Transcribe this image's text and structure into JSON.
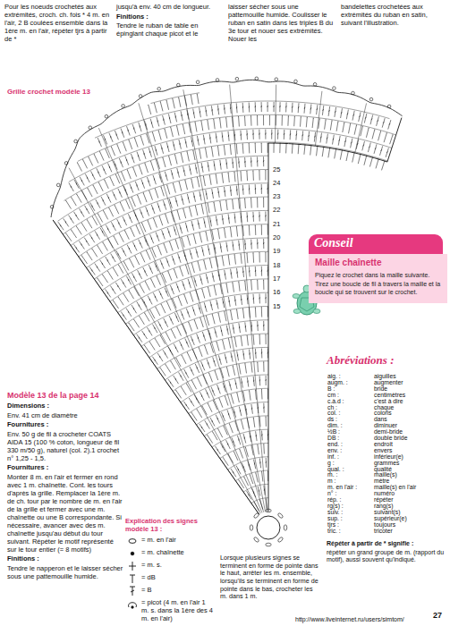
{
  "diagram": {
    "nodes": [
      {
        "text": [
          "Conseil"
        ]
      },
      {
        "text": [
          "Maille chaînette",
          "Piquez le crochet dans la maille suivante.",
          "Tirez une boucle de fil à travers la maille et la boucle qui se trouvent sur le crochet."
        ]
      }
    ],
    "labels": [
      "Pour les noeuds crochetés aux extrémités, croch. ch. fois * 4 m. en l'air, 2 B coulées ensemble dans la 1ère m. en l'air, répéter tjrs à partir de *",
      "jusqu'à env. 40 cm de longueur.",
      "Finitions :",
      "Tendre le ruban de table en épinglant chaque picot et le",
      "laisser sécher sous une pattemouille humide. Coulisser le ruban en satin dans les triples B du 3e tour et nouer ses extrémités. Nouer les",
      "bandelettes crochetées aux extrémités du ruban en satin, suivant l'illustration.",
      "Grille crochet modèle 13",
      "15",
      "16",
      "17",
      "18",
      "19",
      "20",
      "21",
      "22",
      "23",
      "24",
      "25",
      "Modèle 13 de la page 14",
      "Dimensions :",
      "Env. 41 cm de diamètre",
      "Fournitures :",
      "Env. 50 g de fil à crocheter COATS AIDA 15 (100 % coton, longueur de fil 330 m/50 g), naturel (col. 2).1 crochet n° 1,25 - 1,5.",
      "Fournitures :",
      "Monter 8 m. en l'air et fermer en rond avec 1 m. chaînette. Cont. les tours d'après la grille. Remplacer la 1ère m. de ch. tour par le nombre de m. en l'air de la grille et fermer avec une m. chaînette ou une B correspondante. Si nécessaire, avancer avec des m. chaînette jusqu'au début du tour suivant. Répéter le motif représenté sur le tour entier (= 8 motifs)",
      "Finitions :",
      "Tendre le napperon et le laisser sécher sous une pattemouille humide.",
      "Explication des signes modèle 13 :",
      "Lorsque plusieurs signes se terminent en forme de pointe dans le haut, arrêter les m. ensemble, lorsqu'ils se terminent en forme de pointe dans le bas, crocheter les m. dans 1 m.",
      "Abréviations :",
      "aig. :",
      "aiguilles",
      "augm. :",
      "augmenter",
      "B :",
      "bride",
      "cm :",
      "centimètres",
      "c.à.d :",
      "c'est à dire",
      "ch :",
      "chaque",
      "col. :",
      "coloris",
      "ds :",
      "dans",
      "dim. :",
      "diminuer",
      "½B :",
      "demi-bride",
      "DB :",
      "double bride",
      "end. :",
      "endroit",
      "env. :",
      "envers",
      "inf. :",
      "inférieur(e)",
      "g :",
      "grammes",
      "qual. :",
      "qualité",
      "m. :",
      "maille(s)",
      "m :",
      "mètre",
      "m. en l'air :",
      "maille(s) en l'air",
      "n° :",
      "numéro",
      "rép. :",
      "répéter",
      "rg(s) :",
      "rang(s)",
      "suiv. :",
      "suivant(s)",
      "sup. :",
      "supérieur(e)",
      "tjrs :",
      "toujours",
      "tric. :",
      "tricoter",
      "Répéter à partir de * signifie :",
      "répéter un grand groupe de m. (rapport du motif), aussi souvent qu'indiqué.",
      "27",
      "http://www.liveinternet.ru/users/simtom/"
    ],
    "legend": [
      {
        "text": "= m. en l'air"
      },
      {
        "text": "= m. chaînette"
      },
      {
        "text": "= m. s."
      },
      {
        "text": "= dB"
      },
      {
        "text": "= B"
      },
      {
        "text": "= picot (4 m. en l'air 1 m. s. dans la 1ère des 4 m. en l'air)"
      }
    ]
  }
}
